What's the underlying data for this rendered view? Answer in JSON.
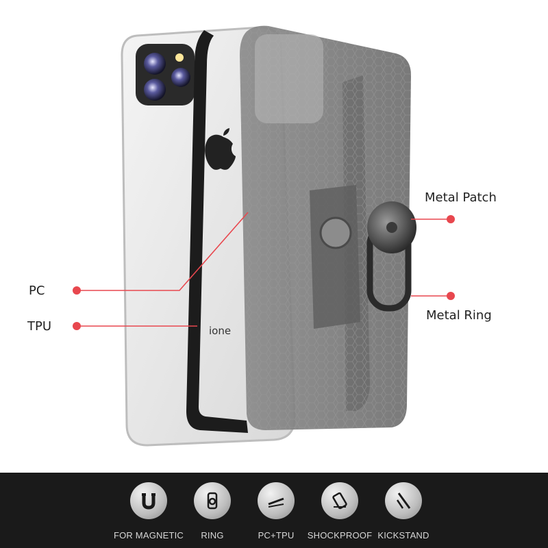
{
  "callouts": {
    "pc": "PC",
    "tpu": "TPU",
    "metal_patch": "Metal Patch",
    "metal_ring": "Metal Ring"
  },
  "phone_text": "ione",
  "features": [
    {
      "icon": "magnet-icon",
      "label": "FOR MAGNETIC"
    },
    {
      "icon": "ring-icon",
      "label": "RING"
    },
    {
      "icon": "pc-tpu-icon",
      "label": "PC+TPU"
    },
    {
      "icon": "shockproof-icon",
      "label": "SHOCKPROOF"
    },
    {
      "icon": "kickstand-icon",
      "label": "KICKSTAND"
    }
  ],
  "colors": {
    "callout_dot": "#e8474e",
    "callout_line": "#e8474e",
    "band_background": "#1a1a1a",
    "icon_disc": "#c4c4c4"
  }
}
